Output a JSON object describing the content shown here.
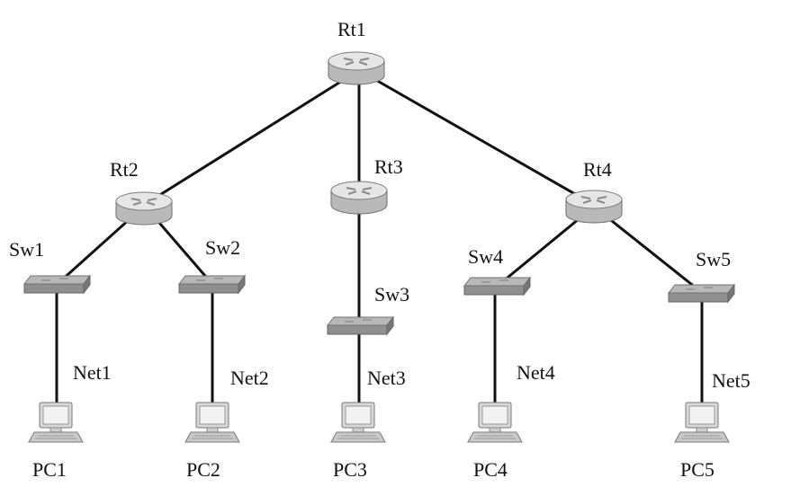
{
  "diagram": {
    "colors": {
      "link": "#111111",
      "router_body": "#b9b9b9",
      "router_top": "#e6e6e6",
      "switch_body": "#8f8f8f",
      "switch_top": "#b8b8b8",
      "pc_body": "#d8d8d8",
      "pc_screen": "#f2f2f2",
      "label": "#111111"
    },
    "routers": {
      "rt1": {
        "label": "Rt1",
        "icon": "router-icon"
      },
      "rt2": {
        "label": "Rt2",
        "icon": "router-icon"
      },
      "rt3": {
        "label": "Rt3",
        "icon": "router-icon"
      },
      "rt4": {
        "label": "Rt4",
        "icon": "router-icon"
      }
    },
    "switches": {
      "sw1": {
        "label": "Sw1",
        "icon": "switch-icon"
      },
      "sw2": {
        "label": "Sw2",
        "icon": "switch-icon"
      },
      "sw3": {
        "label": "Sw3",
        "icon": "switch-icon"
      },
      "sw4": {
        "label": "Sw4",
        "icon": "switch-icon"
      },
      "sw5": {
        "label": "Sw5",
        "icon": "switch-icon"
      }
    },
    "networks": {
      "net1": {
        "label": "Net1"
      },
      "net2": {
        "label": "Net2"
      },
      "net3": {
        "label": "Net3"
      },
      "net4": {
        "label": "Net4"
      },
      "net5": {
        "label": "Net5"
      }
    },
    "pcs": {
      "pc1": {
        "label": "PC1",
        "icon": "pc-icon"
      },
      "pc2": {
        "label": "PC2",
        "icon": "pc-icon"
      },
      "pc3": {
        "label": "PC3",
        "icon": "pc-icon"
      },
      "pc4": {
        "label": "PC4",
        "icon": "pc-icon"
      },
      "pc5": {
        "label": "PC5",
        "icon": "pc-icon"
      }
    },
    "links": [
      {
        "from": "Rt1",
        "to": "Rt2"
      },
      {
        "from": "Rt1",
        "to": "Rt3"
      },
      {
        "from": "Rt1",
        "to": "Rt4"
      },
      {
        "from": "Rt2",
        "to": "Sw1"
      },
      {
        "from": "Rt2",
        "to": "Sw2"
      },
      {
        "from": "Rt3",
        "to": "Sw3"
      },
      {
        "from": "Rt4",
        "to": "Sw4"
      },
      {
        "from": "Rt4",
        "to": "Sw5"
      },
      {
        "from": "Sw1",
        "to": "PC1"
      },
      {
        "from": "Sw2",
        "to": "PC2"
      },
      {
        "from": "Sw3",
        "to": "PC3"
      },
      {
        "from": "Sw4",
        "to": "PC4"
      },
      {
        "from": "Sw5",
        "to": "PC5"
      }
    ]
  }
}
